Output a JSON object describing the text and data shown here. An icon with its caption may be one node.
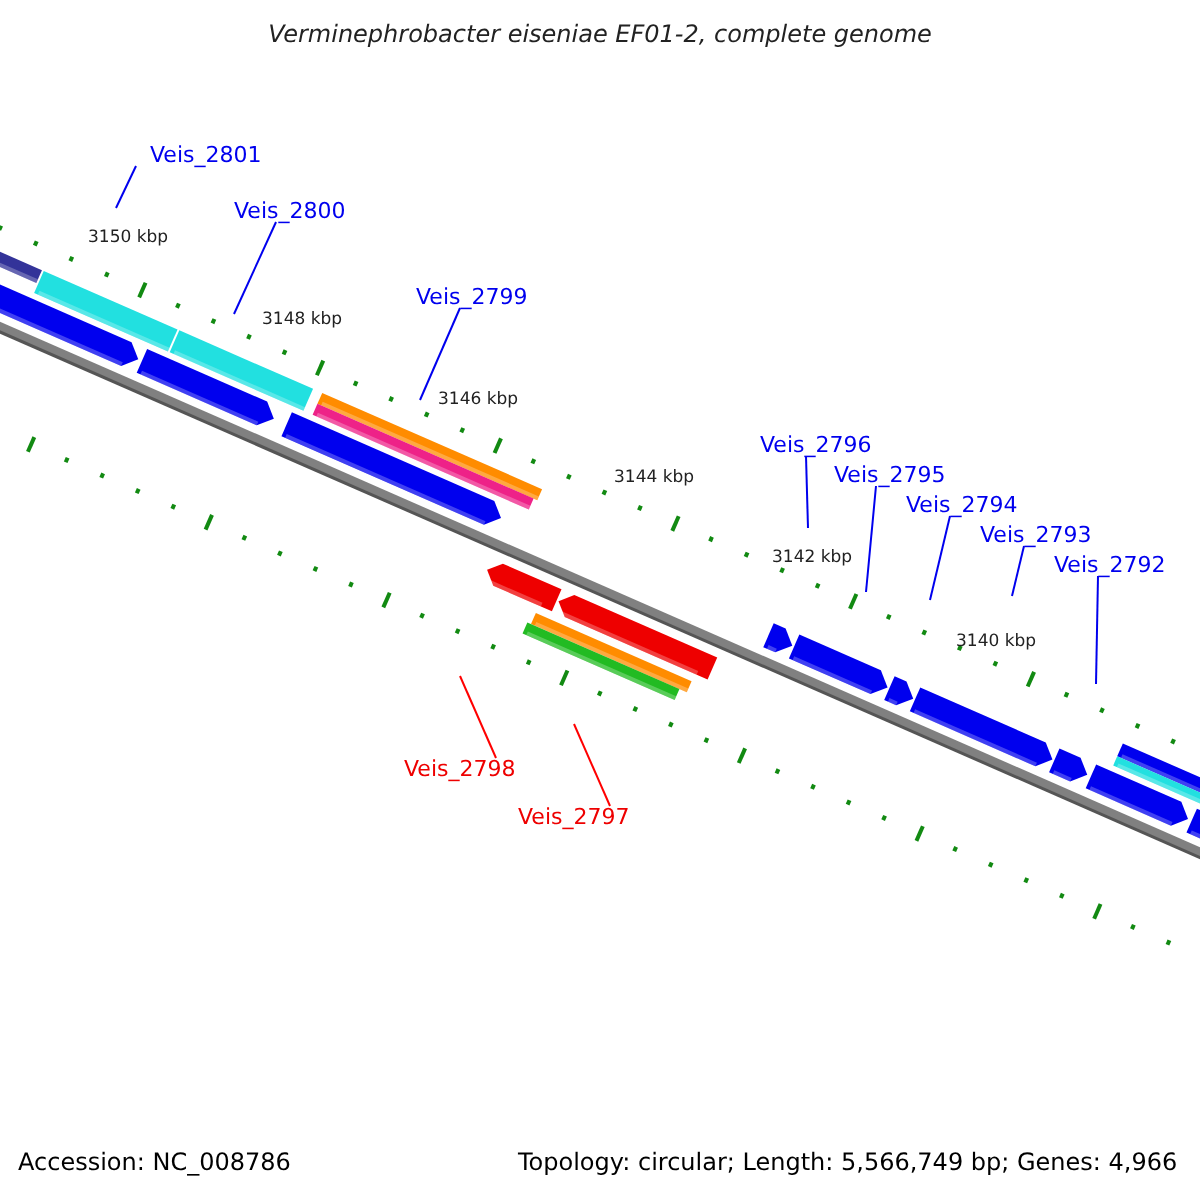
{
  "diagram": {
    "title": "Verminephrobacter eiseniae EF01-2, complete genome",
    "nodes": [
      {
        "text": [
          "Veis_2801"
        ]
      },
      {
        "text": [
          "Veis_2800"
        ]
      },
      {
        "text": [
          "Veis_2799"
        ]
      },
      {
        "text": [
          "Veis_2796"
        ]
      },
      {
        "text": [
          "Veis_2795"
        ]
      },
      {
        "text": [
          "Veis_2794"
        ]
      },
      {
        "text": [
          "Veis_2793"
        ]
      },
      {
        "text": [
          "Veis_2792"
        ]
      },
      {
        "text": [
          "Veis_2798"
        ]
      },
      {
        "text": [
          "Veis_2797"
        ]
      }
    ],
    "edges": [
      {
        "from": 0,
        "to": null,
        "arrow": "none"
      },
      {
        "from": 1,
        "to": null,
        "arrow": "none"
      },
      {
        "from": 2,
        "to": null,
        "arrow": "none"
      },
      {
        "from": 3,
        "to": null,
        "arrow": "none"
      },
      {
        "from": 4,
        "to": null,
        "arrow": "none"
      },
      {
        "from": 5,
        "to": null,
        "arrow": "none"
      },
      {
        "from": 6,
        "to": null,
        "arrow": "none"
      },
      {
        "from": 7,
        "to": null,
        "arrow": "none"
      },
      {
        "from": 8,
        "to": null,
        "arrow": "none",
        "color": "#ff0000"
      },
      {
        "from": 9,
        "to": null,
        "arrow": "none",
        "color": "#ff0000"
      }
    ],
    "labels": [
      "3150 kbp",
      "3148 kbp",
      "3146 kbp",
      "3144 kbp",
      "3142 kbp",
      "3140 kbp",
      "Accession: NC_008786",
      "Topology: circular; Length: 5,566,749 bp; Genes: 4,966"
    ]
  }
}
